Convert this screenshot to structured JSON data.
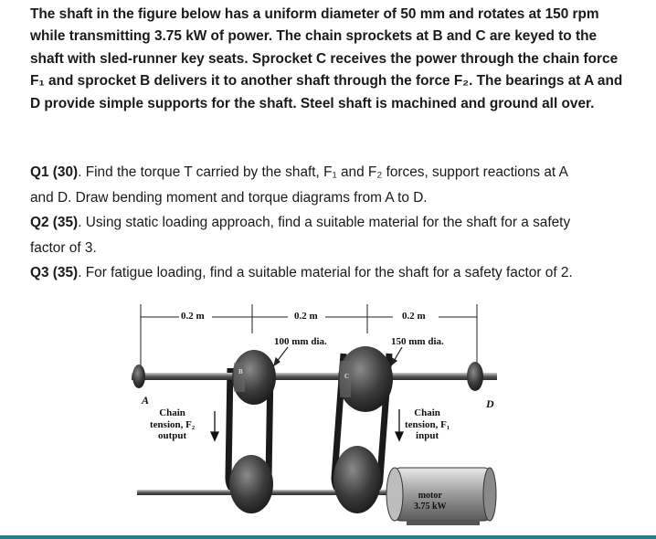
{
  "intro": {
    "lines": [
      "The shaft in the figure below has a uniform diameter of 50 mm and rotates at 150 rpm",
      "while transmitting 3.75 kW of power. The chain sprockets at B and C are keyed to the",
      "shaft with sled-runner key seats. Sprocket C receives the power through the chain force",
      "F₁ and sprocket B delivers it to another shaft through the force F₂. The bearings at A and",
      "D provide simple supports for the shaft. Steel shaft is machined and ground all over."
    ]
  },
  "questions": {
    "q1_label": "Q1 (30)",
    "q1_line1": ". Find the torque T carried by the shaft, F₁ and F₂ forces, support reactions at A",
    "q1_line2": "and D. Draw bending moment and torque diagrams  from A to D.",
    "q2_label": "Q2 (35)",
    "q2_line1": ". Using static loading approach, find a suitable material for the shaft for a safety",
    "q2_line2": "factor of 3.",
    "q3_label": "Q3 (35)",
    "q3_line1": ". For fatigue loading, find a suitable material for the shaft for a safety factor of 2."
  },
  "figure": {
    "dim_ab": "0.2 m",
    "dim_bc": "0.2 m",
    "dim_cd": "0.2 m",
    "dia_b": "100 mm dia.",
    "dia_c": "150 mm dia.",
    "point_a": "A",
    "point_b": "B",
    "point_c": "C",
    "point_d": "D",
    "chain_left": [
      "Chain",
      "tension, F₂",
      "output"
    ],
    "chain_right": [
      "Chain",
      "tension, F₁",
      "input"
    ],
    "motor": [
      "motor",
      "3.75 kW"
    ]
  }
}
